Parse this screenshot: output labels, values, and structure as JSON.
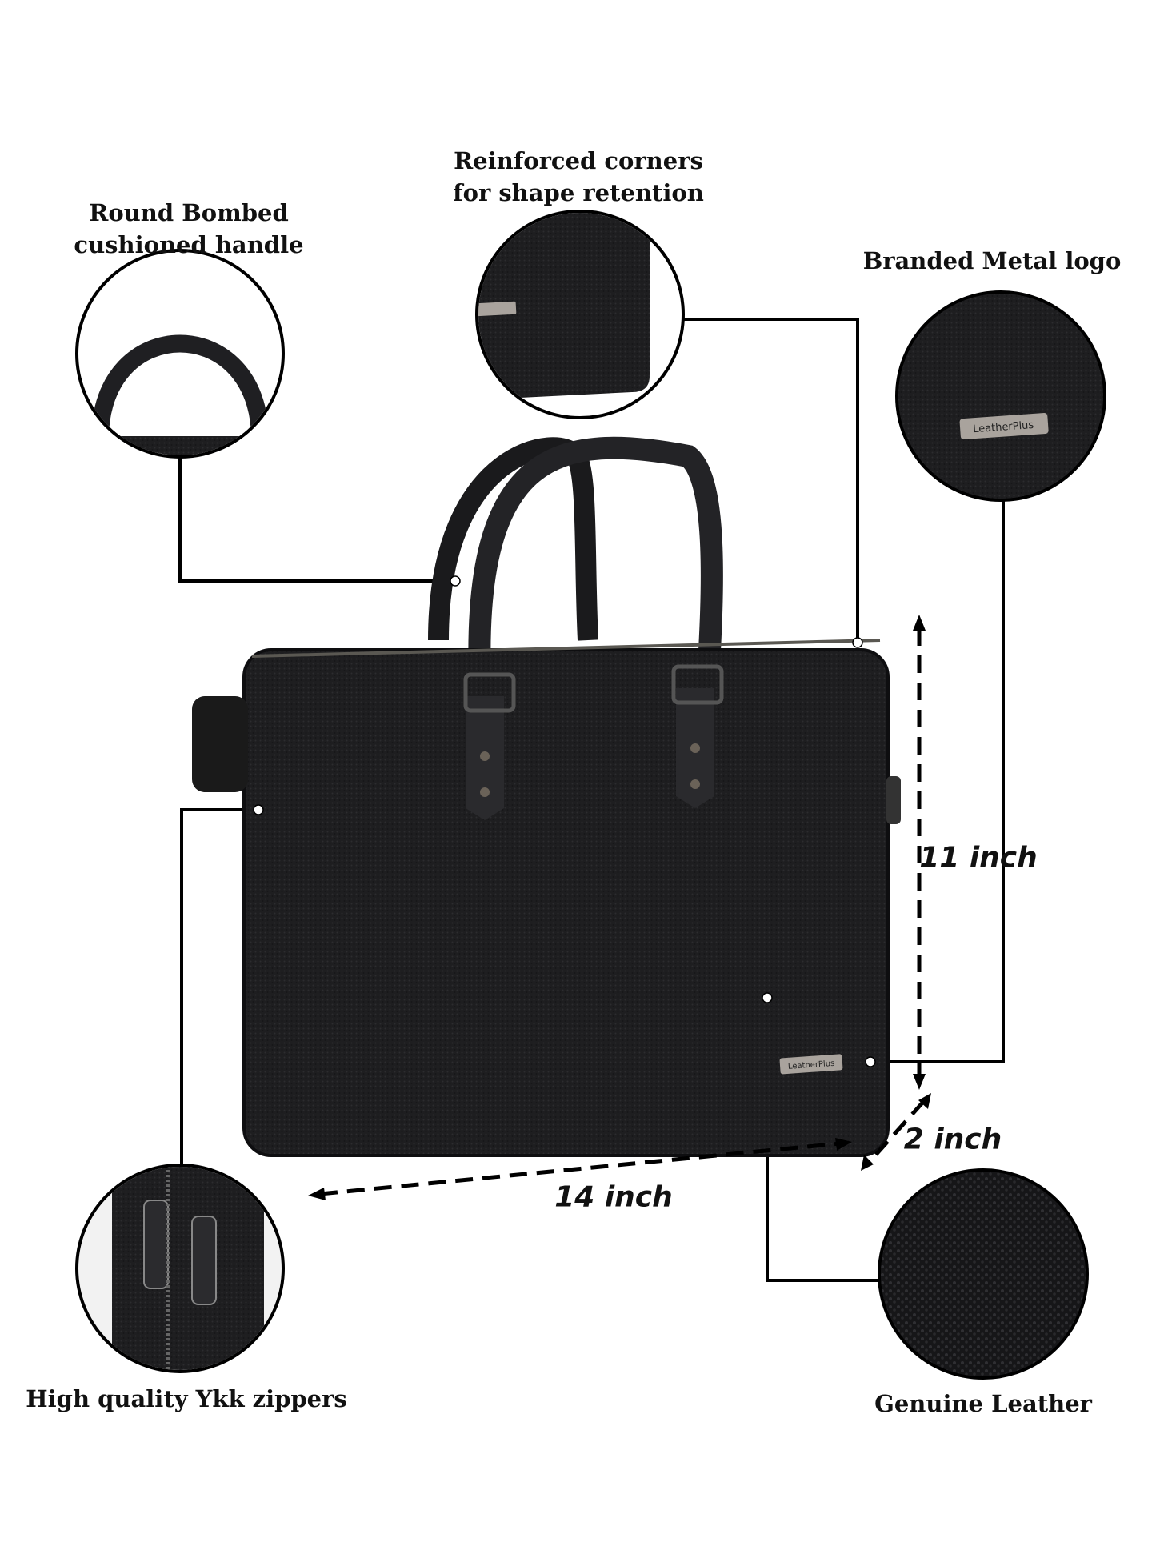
{
  "features": {
    "handle": "Round Bombed cushioned handle",
    "corners": "Reinforced corners for shape retention",
    "logo": "Branded Metal logo",
    "zippers": "High quality Ykk zippers",
    "leather": "Genuine Leather"
  },
  "dimensions": {
    "height": "11 inch",
    "width": "14 inch",
    "depth": "2 inch"
  },
  "brand_logo": "LeatherPlus",
  "colors": {
    "bag": "#1c1c1e",
    "line": "#000000",
    "plate": "#a9a39d"
  }
}
